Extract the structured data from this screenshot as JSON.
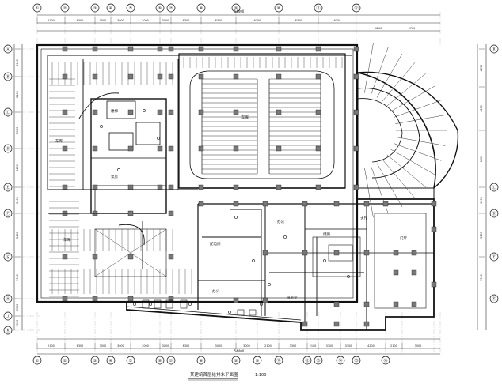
{
  "drawing": {
    "title": "某建筑首层给排水平面图",
    "scale": "1:100"
  },
  "grid_columns_top": [
    "①",
    "②",
    "③",
    "④",
    "⑤",
    "⑥",
    "⑦",
    "⑧",
    "⑨",
    "⑩",
    "⑪",
    "⑫"
  ],
  "grid_columns_bottom": [
    "①",
    "②",
    "③",
    "④",
    "⑤",
    "⑥",
    "⑦",
    "⑧",
    "⑨",
    "⑩",
    "⑪",
    "⑫",
    "⑬",
    "⑭",
    "⑮",
    "⑯"
  ],
  "grid_rows_left": [
    "Ⓐ",
    "Ⓑ",
    "Ⓒ",
    "Ⓓ",
    "Ⓔ",
    "Ⓕ",
    "Ⓖ",
    "Ⓗ",
    "Ⓙ",
    "Ⓚ"
  ],
  "grid_rows_right": [
    "Ⓑ",
    "Ⓒ",
    "Ⓓ",
    "Ⓔ",
    "Ⓕ"
  ],
  "dims_top": [
    "2100",
    "6300",
    "3000",
    "3000",
    "3000",
    "3000",
    "6300",
    "6300",
    "6300",
    "6300",
    "6300"
  ],
  "dims_top_total": "54400",
  "dims_top_right": [
    "4200",
    "5700"
  ],
  "dims_bottom": [
    "2100",
    "6300",
    "3000",
    "3000",
    "3000",
    "3000",
    "6300",
    "3000",
    "3000",
    "2100",
    "3300",
    "2100",
    "3300",
    "3300",
    "4200",
    "2100",
    "3000"
  ],
  "dims_bottom_total": "54400",
  "dims_left": [
    "5100",
    "2400",
    "5100",
    "2400",
    "5400",
    "2400",
    "3000",
    "3000",
    "2100"
  ],
  "dims_right": [
    "4200",
    "4200",
    "6000",
    "1200",
    "5200",
    "3900"
  ],
  "room_labels": [
    "车库",
    "车库",
    "车库",
    "泵房",
    "配电间",
    "办公",
    "办公",
    "储藏",
    "值班室",
    "大厅",
    "门厅",
    "楼梯"
  ]
}
